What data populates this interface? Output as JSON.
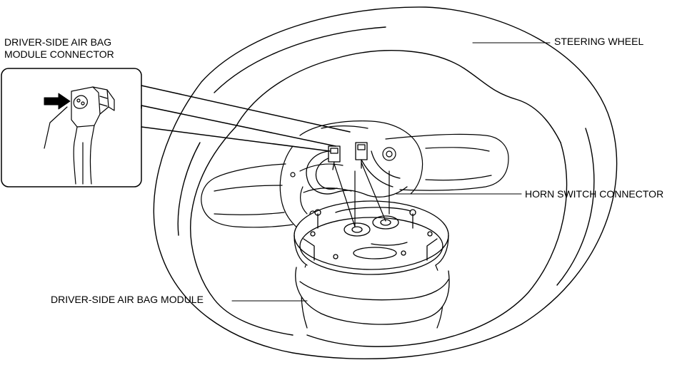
{
  "figure": {
    "labels": {
      "steering_wheel": "STEERING WHEEL",
      "horn_switch_connector": "HORN SWITCH CONNECTOR",
      "driver_side_air_bag_module": "DRIVER-SIDE AIR BAG MODULE",
      "driver_side_air_bag_module_connector_line1": "DRIVER-SIDE AIR BAG",
      "driver_side_air_bag_module_connector_line2": "MODULE CONNECTOR"
    },
    "colors": {
      "line": "#000000",
      "fill": "#ffffff"
    }
  }
}
